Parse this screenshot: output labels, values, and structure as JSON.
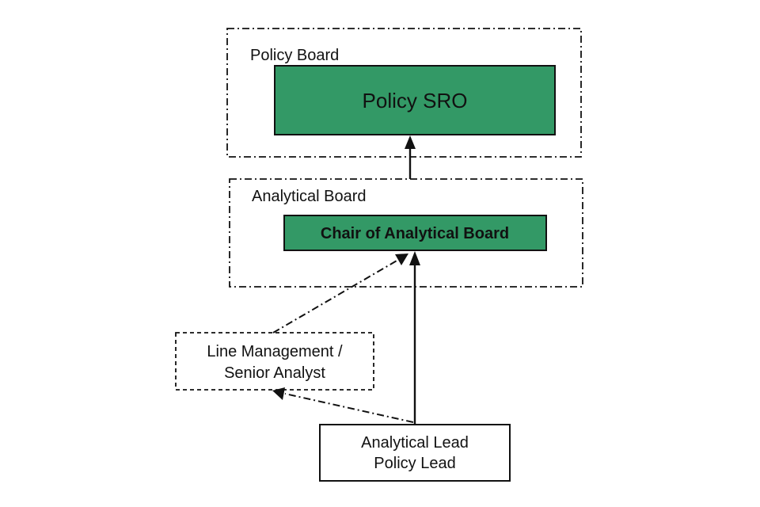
{
  "colors": {
    "node_fill": "#339966",
    "line": "#111111",
    "background": "#ffffff"
  },
  "groups": {
    "policy_board": {
      "label": "Policy Board"
    },
    "analytical_board": {
      "label": "Analytical Board"
    }
  },
  "nodes": {
    "policy_sro": {
      "label": "Policy SRO"
    },
    "chair": {
      "label": "Chair of Analytical Board"
    },
    "line_management": {
      "lines": [
        "Line Management /",
        "Senior Analyst"
      ]
    },
    "analytical_lead": {
      "lines": [
        "Analytical Lead",
        "Policy Lead"
      ]
    }
  },
  "edges": [
    {
      "from": "analytical_board",
      "to": "policy_sro",
      "style": "solid"
    },
    {
      "from": "analytical_lead",
      "to": "chair",
      "style": "solid"
    },
    {
      "from": "line_management",
      "to": "chair",
      "style": "dash-dot"
    },
    {
      "from": "analytical_lead",
      "to": "line_management",
      "style": "dash-dot"
    }
  ]
}
